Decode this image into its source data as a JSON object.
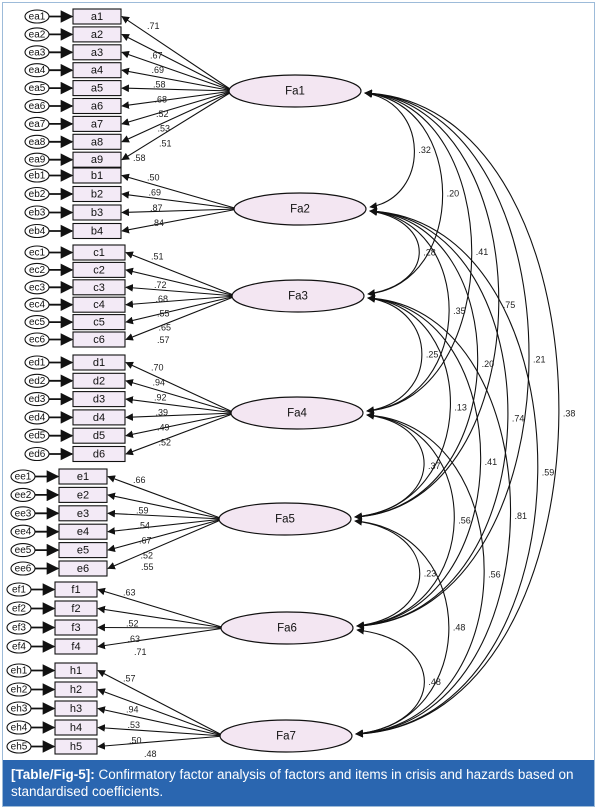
{
  "caption": {
    "tag": "[Table/Fig-5]:",
    "text": " Confirmatory factor analysis of factors and items in crisis and hazards based on standardised coefficients."
  },
  "colors": {
    "caption_background": "#2a66b0",
    "item_fill": "#f3eaf6",
    "factor_fill": "#f3e6f2",
    "line": "#111111"
  },
  "diagram": {
    "factors": [
      {
        "id": "Fa1",
        "label": "Fa1"
      },
      {
        "id": "Fa2",
        "label": "Fa2"
      },
      {
        "id": "Fa3",
        "label": "Fa3"
      },
      {
        "id": "Fa4",
        "label": "Fa4"
      },
      {
        "id": "Fa5",
        "label": "Fa5"
      },
      {
        "id": "Fa6",
        "label": "Fa6"
      },
      {
        "id": "Fa7",
        "label": "Fa7"
      }
    ],
    "groups": [
      {
        "factor": "Fa1",
        "items": [
          {
            "label": "a1",
            "error": "ea1",
            "loading": ".71"
          },
          {
            "label": "a2",
            "error": "ea2",
            "loading": ""
          },
          {
            "label": "a3",
            "error": "ea3",
            "loading": ".67"
          },
          {
            "label": "a4",
            "error": "ea4",
            "loading": ".69"
          },
          {
            "label": "a5",
            "error": "ea5",
            "loading": ".58"
          },
          {
            "label": "a6",
            "error": "ea6",
            "loading": ".68"
          },
          {
            "label": "a7",
            "error": "ea7",
            "loading": ".52"
          },
          {
            "label": "a8",
            "error": "ea8",
            "loading": ".53"
          },
          {
            "label": "a9",
            "error": "ea9",
            "loading": ".51"
          }
        ],
        "extra_labels": [
          ".58"
        ]
      },
      {
        "factor": "Fa2",
        "items": [
          {
            "label": "b1",
            "error": "eb1",
            "loading": ".50"
          },
          {
            "label": "b2",
            "error": "eb2",
            "loading": ".69"
          },
          {
            "label": "b3",
            "error": "eb3",
            "loading": ".87"
          },
          {
            "label": "b4",
            "error": "eb4",
            "loading": ".84"
          }
        ],
        "extra_labels": []
      },
      {
        "factor": "Fa3",
        "items": [
          {
            "label": "c1",
            "error": "ec1",
            "loading": ".51"
          },
          {
            "label": "c2",
            "error": "ec2",
            "loading": ""
          },
          {
            "label": "c3",
            "error": "ec3",
            "loading": ".72"
          },
          {
            "label": "c4",
            "error": "ec4",
            "loading": ".68"
          },
          {
            "label": "c5",
            "error": "ec5",
            "loading": ".55"
          },
          {
            "label": "c6",
            "error": "ec6",
            "loading": ".65"
          }
        ],
        "extra_labels": [
          ".57"
        ]
      },
      {
        "factor": "Fa4",
        "items": [
          {
            "label": "d1",
            "error": "ed1",
            "loading": ".70"
          },
          {
            "label": "d2",
            "error": "ed2",
            "loading": ".94"
          },
          {
            "label": "d3",
            "error": "ed3",
            "loading": ".92"
          },
          {
            "label": "d4",
            "error": "ed4",
            "loading": ".39"
          },
          {
            "label": "d5",
            "error": "ed5",
            "loading": ".49"
          },
          {
            "label": "d6",
            "error": "ed6",
            "loading": ".52"
          }
        ],
        "extra_labels": []
      },
      {
        "factor": "Fa5",
        "items": [
          {
            "label": "e1",
            "error": "ee1",
            "loading": ".66"
          },
          {
            "label": "e2",
            "error": "ee2",
            "loading": ""
          },
          {
            "label": "e3",
            "error": "ee3",
            "loading": ".59"
          },
          {
            "label": "e4",
            "error": "ee4",
            "loading": ".54"
          },
          {
            "label": "e5",
            "error": "ee5",
            "loading": ".67"
          },
          {
            "label": "e6",
            "error": "ee6",
            "loading": ".52"
          }
        ],
        "extra_labels": [
          ".55"
        ]
      },
      {
        "factor": "Fa6",
        "items": [
          {
            "label": "f1",
            "error": "ef1",
            "loading": ".63"
          },
          {
            "label": "f2",
            "error": "ef2",
            "loading": ""
          },
          {
            "label": "f3",
            "error": "ef3",
            "loading": ".52"
          },
          {
            "label": "f4",
            "error": "ef4",
            "loading": ".63"
          }
        ],
        "extra_labels": [
          ".71"
        ]
      },
      {
        "factor": "Fa7",
        "items": [
          {
            "label": "h1",
            "error": "eh1",
            "loading": ".57"
          },
          {
            "label": "h2",
            "error": "eh2",
            "loading": ""
          },
          {
            "label": "h3",
            "error": "eh3",
            "loading": ".94"
          },
          {
            "label": "h4",
            "error": "eh4",
            "loading": ".53"
          },
          {
            "label": "h5",
            "error": "eh5",
            "loading": ".50"
          }
        ],
        "extra_labels": [
          ".48"
        ]
      }
    ],
    "correlations": [
      {
        "from": "Fa1",
        "to": "Fa2",
        "value": ".32"
      },
      {
        "from": "Fa1",
        "to": "Fa3",
        "value": ".20"
      },
      {
        "from": "Fa1",
        "to": "Fa4",
        "value": ".41"
      },
      {
        "from": "Fa1",
        "to": "Fa5",
        "value": ".75"
      },
      {
        "from": "Fa1",
        "to": "Fa6",
        "value": ".21"
      },
      {
        "from": "Fa1",
        "to": "Fa7",
        "value": ".38"
      },
      {
        "from": "Fa2",
        "to": "Fa3",
        "value": ".28"
      },
      {
        "from": "Fa2",
        "to": "Fa4",
        "value": ".35"
      },
      {
        "from": "Fa2",
        "to": "Fa5",
        "value": ".20"
      },
      {
        "from": "Fa2",
        "to": "Fa6",
        "value": ".74"
      },
      {
        "from": "Fa2",
        "to": "Fa7",
        "value": ".59"
      },
      {
        "from": "Fa3",
        "to": "Fa4",
        "value": ".25"
      },
      {
        "from": "Fa3",
        "to": "Fa5",
        "value": ".13"
      },
      {
        "from": "Fa3",
        "to": "Fa6",
        "value": ".41"
      },
      {
        "from": "Fa3",
        "to": "Fa7",
        "value": ".81"
      },
      {
        "from": "Fa4",
        "to": "Fa5",
        "value": ".37"
      },
      {
        "from": "Fa4",
        "to": "Fa6",
        "value": ".56"
      },
      {
        "from": "Fa4",
        "to": "Fa7",
        "value": ".56"
      },
      {
        "from": "Fa5",
        "to": "Fa6",
        "value": ".23"
      },
      {
        "from": "Fa5",
        "to": "Fa7",
        "value": ".48"
      },
      {
        "from": "Fa6",
        "to": "Fa7",
        "value": ".48"
      }
    ]
  }
}
